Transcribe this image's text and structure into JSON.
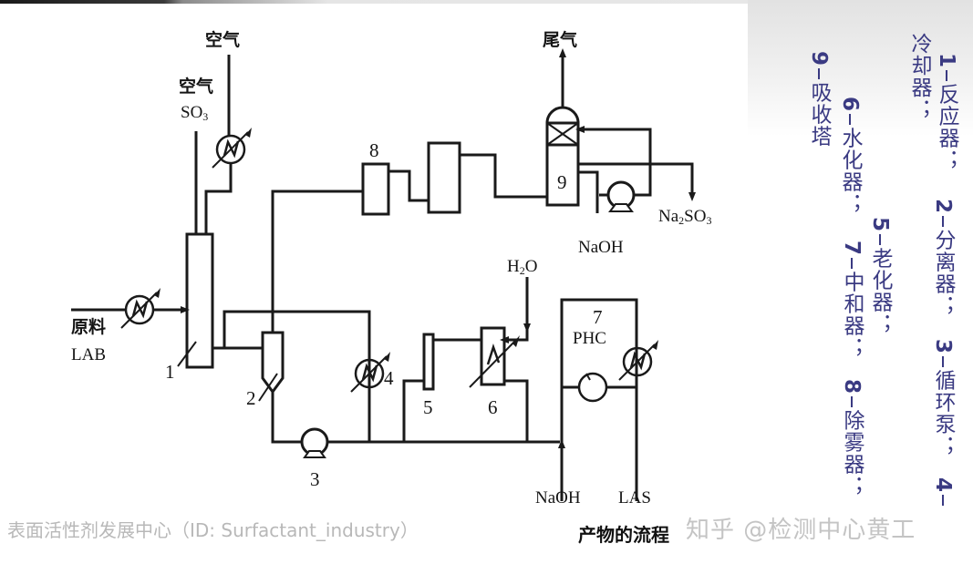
{
  "diagram": {
    "title": "LAS production process flow",
    "caption": "产物的流程",
    "inputs": {
      "air_top": "空气",
      "air_side": "空气",
      "so3": "SO",
      "so3_sub": "3",
      "raw_material": "原料",
      "lab": "LAB",
      "tail_gas": "尾气",
      "h2o_h": "H",
      "h2o_sub": "2",
      "h2o_o": "O",
      "naoh_absorber": "NaOH",
      "naoh_neutralizer": "NaOH"
    },
    "outputs": {
      "na2so3_na": "Na",
      "na2so3_sub": "2",
      "na2so3_so": "SO",
      "na2so3_sub2": "3",
      "las": "LAS"
    },
    "equipment_numbers": {
      "reactor": "1",
      "separator": "2",
      "pump": "3",
      "cooler": "4",
      "aging": "5",
      "hydrolysis": "6",
      "neutralizer": "7",
      "neutralizer_sub": "PHC",
      "demister": "8",
      "absorber": "9"
    }
  },
  "legend": {
    "columns": [
      {
        "parts": [
          {
            "idx": "1",
            "text": "反应器；"
          }
        ],
        "prefix": "冷却器；"
      },
      {
        "parts": [
          {
            "idx": "2",
            "text": "分离器；"
          },
          {
            "idx": "3",
            "text": "循环泵；"
          },
          {
            "idx": "4",
            "text": ""
          }
        ]
      },
      {
        "parts": [
          {
            "idx": "5",
            "text": "老化器；"
          }
        ]
      },
      {
        "parts": [
          {
            "idx": "7",
            "text": "中和器；"
          },
          {
            "idx": "8",
            "text": "除雾器；"
          }
        ]
      },
      {
        "parts": [
          {
            "idx": "6",
            "text": "水化器；"
          }
        ]
      },
      {
        "parts": [
          {
            "idx": "9",
            "text": "吸收塔"
          }
        ]
      }
    ],
    "col0_prefix": "冷却器；",
    "c1_idx": "1",
    "c1_text": "反应器；",
    "c2_idx": "2",
    "c2_text": "分离器；",
    "c3_idx": "3",
    "c3_text": "循环泵；",
    "c4_idx": "4",
    "c5_idx": "5",
    "c5_text": "老化器；",
    "c6_idx": "6",
    "c6_text": "水化器；",
    "c7_idx": "7",
    "c7_text": "中和器；",
    "c8_idx": "8",
    "c8_text": "除雾器；",
    "c9_idx": "9",
    "c9_text": "吸收塔",
    "text_color": "#3a3a82"
  },
  "watermarks": {
    "left": "表面活性剂发展中心（ID: Surfactant_industry）",
    "right": "知乎 @检测中心黄工"
  }
}
